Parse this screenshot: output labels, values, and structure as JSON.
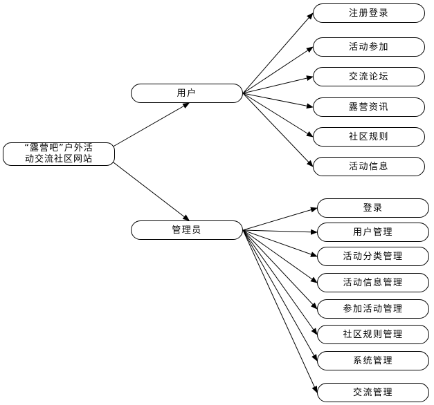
{
  "root": {
    "line1": "“露营吧”户外活",
    "line2": "动交流社区网站"
  },
  "branches": [
    {
      "label": "用户",
      "children": [
        "注册登录",
        "活动参加",
        "交流论坛",
        "露营资讯",
        "社区规则",
        "活动信息"
      ]
    },
    {
      "label": "管理员",
      "children": [
        "登录",
        "用户管理",
        "活动分类管理",
        "活动信息管理",
        "参加活动管理",
        "社区规则管理",
        "系统管理",
        "交流管理"
      ]
    }
  ]
}
